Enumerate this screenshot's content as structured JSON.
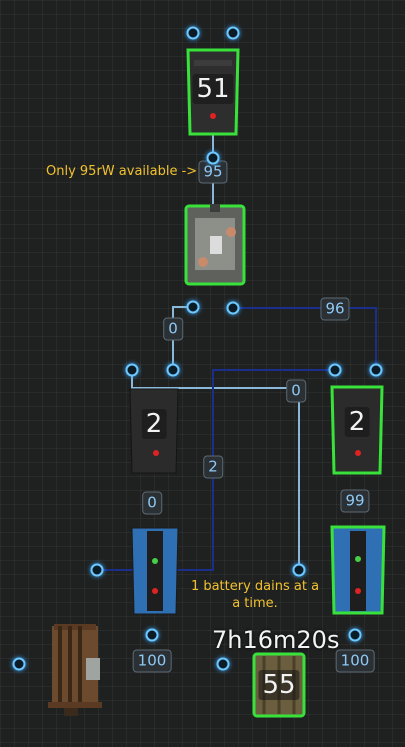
{
  "annotations": {
    "available_note": "Only 95rW available ->",
    "battery_note": "1 battery dains at a\na time."
  },
  "devices": {
    "top_battery": {
      "label": "51"
    },
    "left_switch": {
      "label": "2"
    },
    "right_switch": {
      "label": "2"
    },
    "bottom_battery": {
      "label": "55",
      "timer": "7h16m20s"
    }
  },
  "wires": {
    "w95": "95",
    "w0_splitter": "0",
    "w96": "96",
    "w0_mid": "0",
    "w2": "2",
    "w0_left": "0",
    "w99": "99",
    "w100_left": "100",
    "w100_right": "100"
  },
  "colors": {
    "selected_outline": "#38e23a",
    "port": "#6cc8ff",
    "wire_light": "#8ab8d8",
    "wire_dark": "#1a2f8c",
    "note_text": "#f2c12e"
  }
}
